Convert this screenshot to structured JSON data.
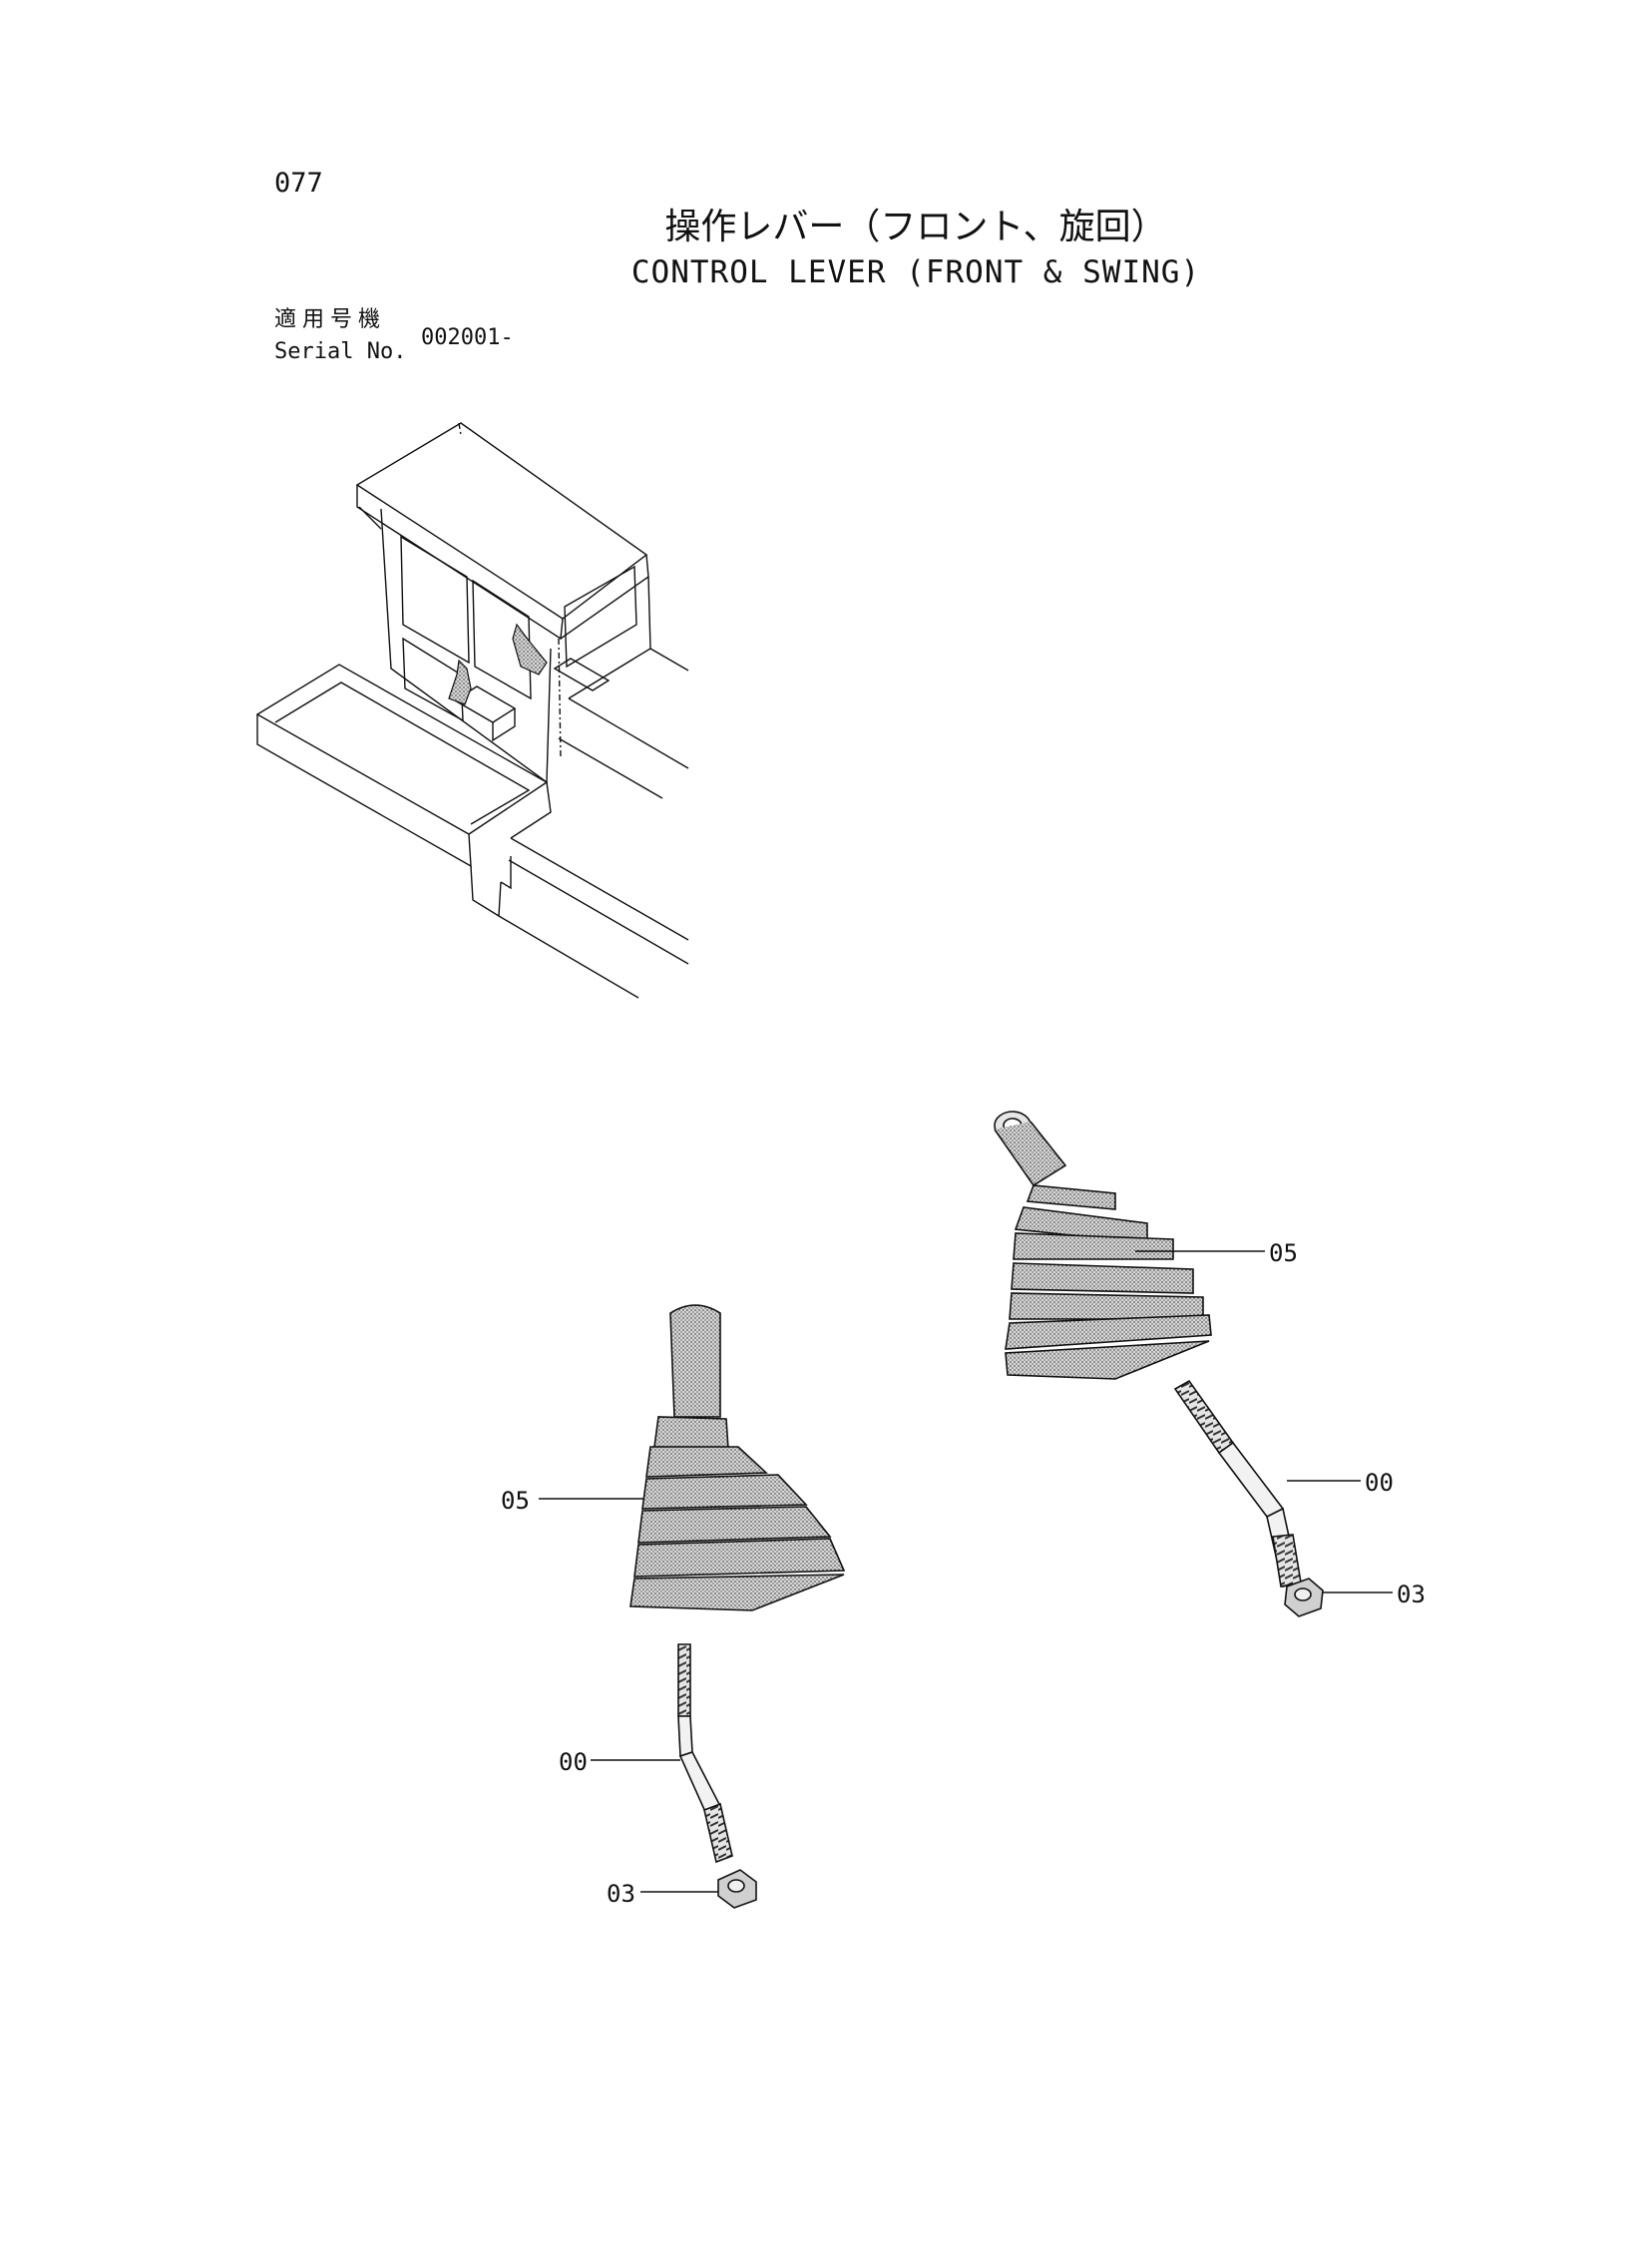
{
  "page": {
    "number": "077",
    "title_ja": "操作レバー（フロント、旋回）",
    "title_en": "CONTROL LEVER (FRONT & SWING)",
    "serial_label_ja": "適用号機",
    "serial_label_en": "Serial No.",
    "serial_value": "002001-"
  },
  "callouts": {
    "right_boot": "05",
    "right_lever": "00",
    "right_nut": "03",
    "left_boot": "05",
    "left_lever": "00",
    "left_nut": "03"
  },
  "colors": {
    "ink": "#111111",
    "shade": "#8a8a8a"
  }
}
